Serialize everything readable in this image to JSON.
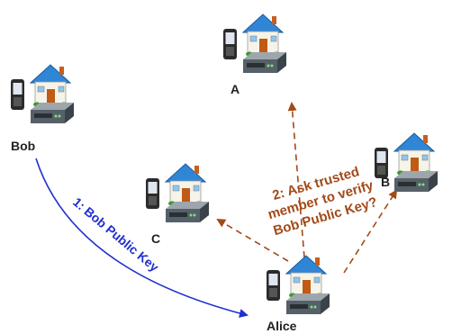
{
  "diagram": {
    "nodes": {
      "bob": {
        "label": "Bob"
      },
      "alice": {
        "label": "Alice"
      },
      "a": {
        "label": "A"
      },
      "b": {
        "label": "B"
      },
      "c": {
        "label": "C"
      }
    },
    "edges": {
      "bob_to_alice": {
        "label": "1: Bob Public Key"
      },
      "ask_trusted": {
        "label_lines": [
          "2: Ask trusted",
          "member to verify",
          "Bob Public Key?"
        ]
      }
    },
    "colors": {
      "blue_arrow": "#1f2fd0",
      "red_arrow": "#a24a18"
    }
  }
}
